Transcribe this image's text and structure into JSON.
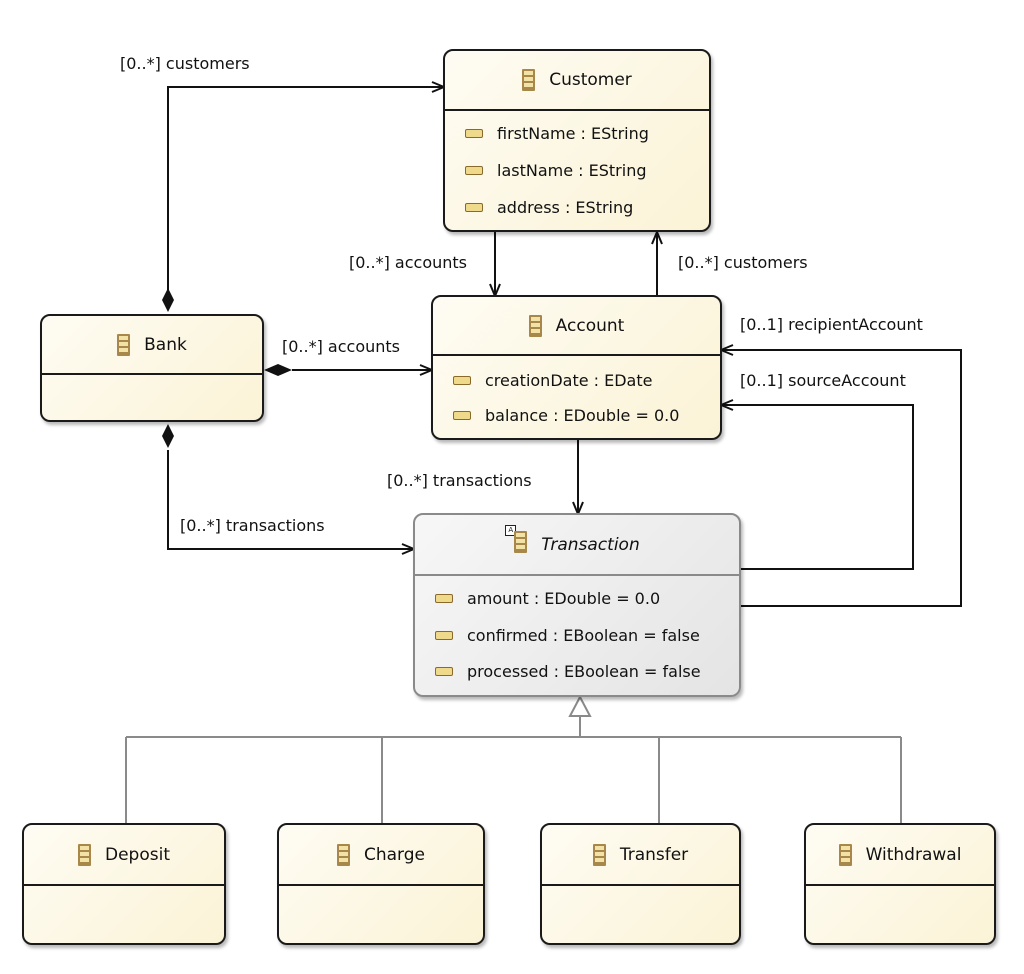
{
  "classes": {
    "customer": {
      "name": "Customer",
      "attributes": [
        "firstName : EString",
        "lastName : EString",
        "address : EString"
      ]
    },
    "account": {
      "name": "Account",
      "attributes": [
        "creationDate : EDate",
        "balance : EDouble = 0.0"
      ]
    },
    "bank": {
      "name": "Bank"
    },
    "transaction": {
      "name": "Transaction",
      "abstract_badge": "A",
      "attributes": [
        "amount : EDouble = 0.0",
        "confirmed : EBoolean = false",
        "processed : EBoolean = false"
      ]
    },
    "deposit": {
      "name": "Deposit"
    },
    "charge": {
      "name": "Charge"
    },
    "transfer": {
      "name": "Transfer"
    },
    "withdrawal": {
      "name": "Withdrawal"
    }
  },
  "edge_labels": {
    "bank_customers": "[0..*] customers",
    "customer_accounts": "[0..*] accounts",
    "account_customers": "[0..*] customers",
    "bank_accounts": "[0..*] accounts",
    "recipient_account": "[0..1] recipientAccount",
    "source_account": "[0..1] sourceAccount",
    "account_transactions": "[0..*] transactions",
    "bank_transactions": "[0..*] transactions"
  }
}
